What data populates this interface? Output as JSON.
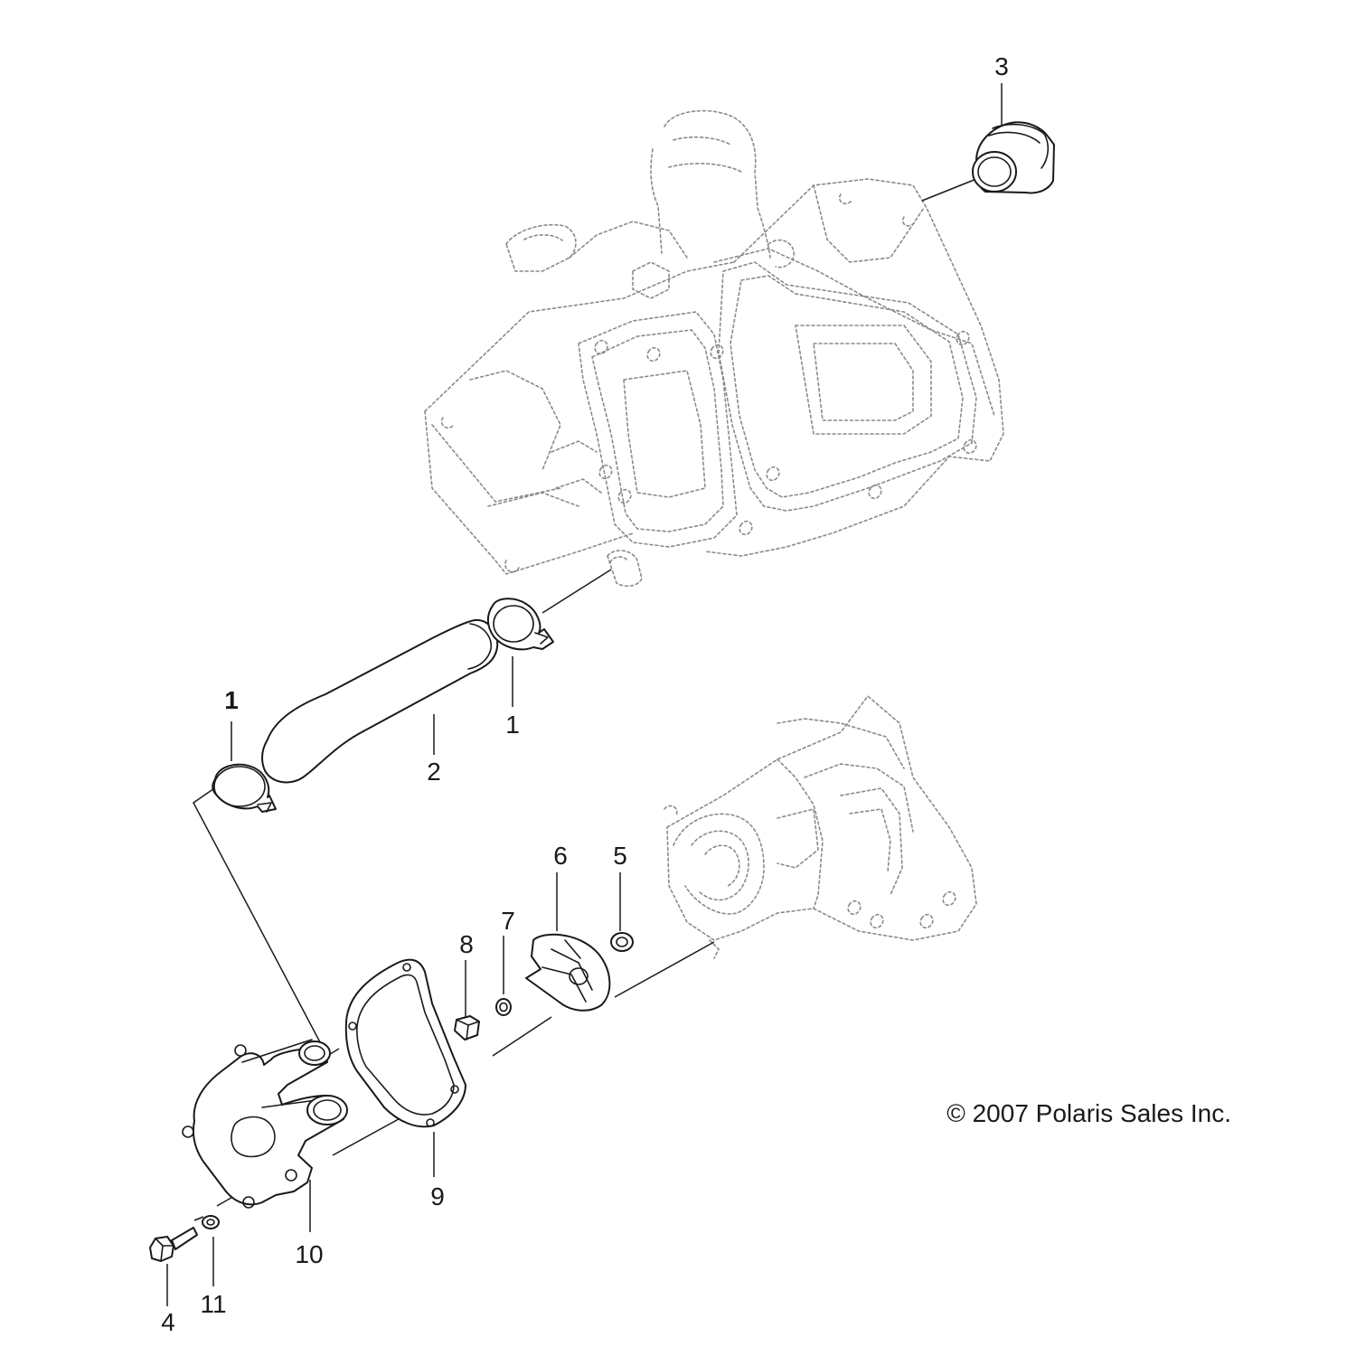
{
  "callouts": {
    "clamp_upper": "1",
    "clamp_lower": "1",
    "hose": "2",
    "thermostat": "3",
    "bolt": "4",
    "seal": "5",
    "impeller": "6",
    "washer_small": "7",
    "drain_plug": "8",
    "gasket": "9",
    "pump_cover": "10",
    "washer_bolt": "11"
  },
  "copyright": "© 2007 Polaris Sales Inc."
}
